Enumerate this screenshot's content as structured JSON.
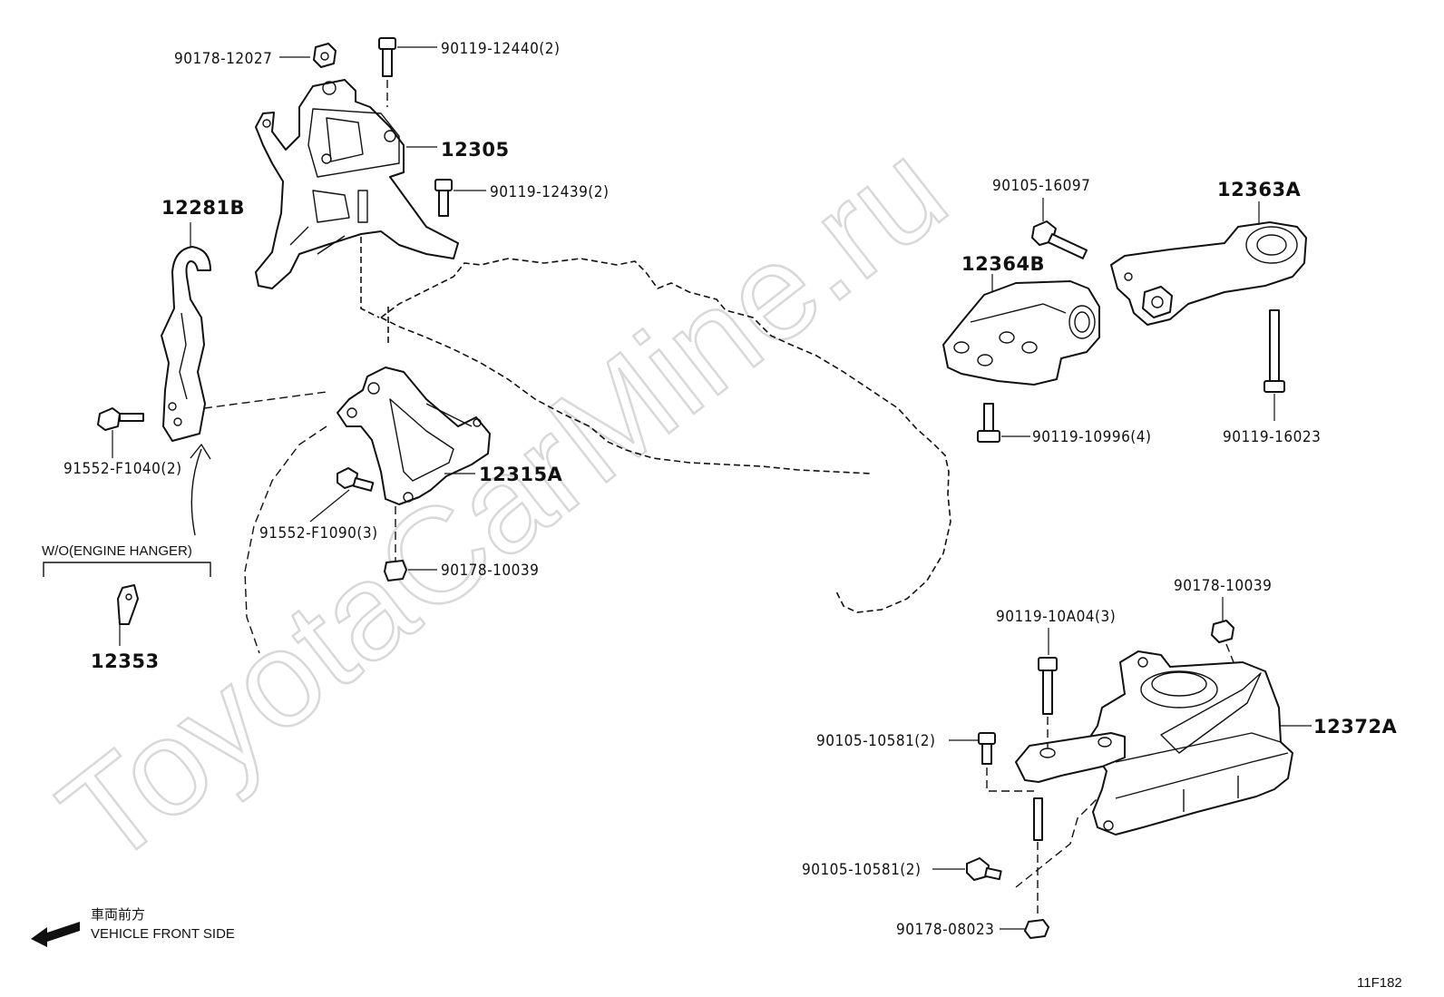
{
  "watermark": "ToyotaCarMine.ru",
  "diagram_id": "11F182",
  "direction": {
    "label_jp": "車両前方",
    "label_en": "VEHICLE FRONT SIDE"
  },
  "variant_note": "W/O(ENGINE HANGER)",
  "parts": {
    "p12281B": "12281B",
    "p12305": "12305",
    "p12315A": "12315A",
    "p12353": "12353",
    "p12363A": "12363A",
    "p12364B": "12364B",
    "p12372A": "12372A"
  },
  "fasteners": {
    "f90178_12027": "90178-12027",
    "f90119_12440": "90119-12440(2)",
    "f90119_12439": "90119-12439(2)",
    "f91552_F1040": "91552-F1040(2)",
    "f91552_F1090": "91552-F1090(3)",
    "f90178_10039_a": "90178-10039",
    "f90105_16097": "90105-16097",
    "f90119_10996": "90119-10996(4)",
    "f90119_16023": "90119-16023",
    "f90178_10039_b": "90178-10039",
    "f90119_10A04": "90119-10A04(3)",
    "f90105_10581_a": "90105-10581(2)",
    "f90105_10581_b": "90105-10581(2)",
    "f90178_08023": "90178-08023"
  }
}
